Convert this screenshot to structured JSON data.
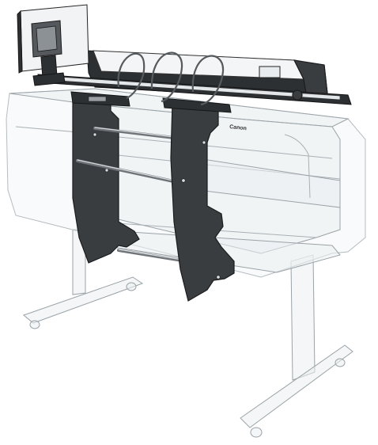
{
  "brand_label": "Canon",
  "colors": {
    "background": "#ffffff",
    "stand_dark": "#3a3d40",
    "ghost_fill": "#ebeef0",
    "ghost_stroke": "#9aa3a8"
  },
  "icons": [
    "monitor-icon",
    "scanner-unit",
    "support-bracket",
    "printer-body",
    "stand-legs"
  ]
}
